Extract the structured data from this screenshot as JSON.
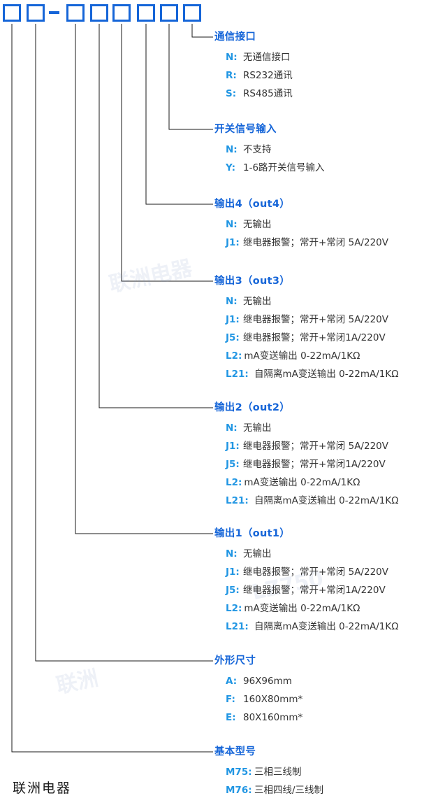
{
  "brand": "联洲电器",
  "colors": {
    "box_border": "#1565d8",
    "title": "#1565d8",
    "key": "#2196e3",
    "value": "#333333",
    "line": "#1a1a1a"
  },
  "code_row": {
    "box_count": 8,
    "separator": "–"
  },
  "watermarks": [
    "联洲电器",
    "LZ750",
    "联洲"
  ],
  "sections": [
    {
      "id": "comm-interface",
      "title": "通信接口",
      "options": [
        {
          "key": "N:",
          "value": "无通信接口"
        },
        {
          "key": "R:",
          "value": "RS232通讯"
        },
        {
          "key": "S:",
          "value": "RS485通讯"
        }
      ]
    },
    {
      "id": "switch-signal-input",
      "title": "开关信号输入",
      "options": [
        {
          "key": "N:",
          "value": "不支持"
        },
        {
          "key": "Y:",
          "value": "1-6路开关信号输入"
        }
      ]
    },
    {
      "id": "output4",
      "title": "输出4（out4）",
      "options": [
        {
          "key": "N:",
          "value": "无输出"
        },
        {
          "key": "J1:",
          "value": "继电器报警；常开+常闭 5A/220V"
        }
      ]
    },
    {
      "id": "output3",
      "title": "输出3（out3）",
      "options": [
        {
          "key": "N:",
          "value": "无输出"
        },
        {
          "key": "J1:",
          "value": "继电器报警；常开+常闭 5A/220V"
        },
        {
          "key": "J5:",
          "value": "继电器报警；常开+常闭1A/220V"
        },
        {
          "key": "L2:",
          "value": "mA变送输出 0-22mA/1KΩ"
        },
        {
          "key": "L21:",
          "value": "自隔离mA变送输出 0-22mA/1KΩ"
        }
      ]
    },
    {
      "id": "output2",
      "title": "输出2（out2）",
      "options": [
        {
          "key": "N:",
          "value": "无输出"
        },
        {
          "key": "J1:",
          "value": "继电器报警；常开+常闭 5A/220V"
        },
        {
          "key": "J5:",
          "value": "继电器报警；常开+常闭1A/220V"
        },
        {
          "key": "L2:",
          "value": "mA变送输出 0-22mA/1KΩ"
        },
        {
          "key": "L21:",
          "value": "自隔离mA变送输出 0-22mA/1KΩ"
        }
      ]
    },
    {
      "id": "output1",
      "title": "输出1（out1）",
      "options": [
        {
          "key": "N:",
          "value": "无输出"
        },
        {
          "key": "J1:",
          "value": "继电器报警；常开+常闭 5A/220V"
        },
        {
          "key": "J5:",
          "value": "继电器报警；常开+常闭1A/220V"
        },
        {
          "key": "L2:",
          "value": "mA变送输出 0-22mA/1KΩ"
        },
        {
          "key": "L21:",
          "value": "自隔离mA变送输出 0-22mA/1KΩ"
        }
      ]
    },
    {
      "id": "dimensions",
      "title": "外形尺寸",
      "options": [
        {
          "key": "A:",
          "value": "96X96mm"
        },
        {
          "key": "F:",
          "value": "160X80mm*"
        },
        {
          "key": "E:",
          "value": "80X160mm*"
        }
      ]
    },
    {
      "id": "base-model",
      "title": "基本型号",
      "options": [
        {
          "key": "M75:",
          "value": "三相三线制"
        },
        {
          "key": "M76:",
          "value": "三相四线/三线制"
        }
      ]
    }
  ]
}
